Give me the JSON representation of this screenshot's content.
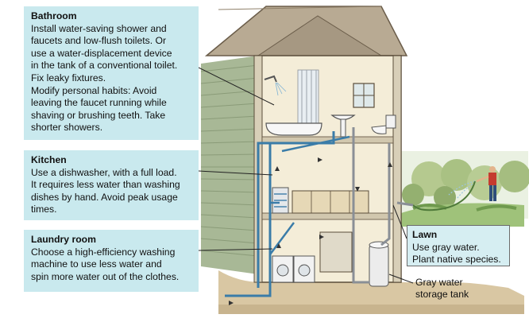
{
  "callouts": {
    "bathroom": {
      "title": "Bathroom",
      "lines": [
        "Install water-saving shower and",
        "faucets and low-flush toilets. Or",
        "use a water-displacement device",
        "in the tank of a conventional toilet.",
        "Fix leaky fixtures.",
        "Modify personal habits: Avoid",
        "leaving the faucet running while",
        "shaving or brushing teeth. Take",
        "shorter showers."
      ]
    },
    "kitchen": {
      "title": "Kitchen",
      "lines": [
        "Use a dishwasher, with a full load.",
        "It requires less water than washing",
        "dishes by hand. Avoid peak usage",
        "times."
      ]
    },
    "laundry": {
      "title": "Laundry room",
      "lines": [
        "Choose a high-efficiency washing",
        "machine to use less water and",
        "spin more water out of the clothes."
      ]
    },
    "lawn": {
      "title": "Lawn",
      "lines": [
        "Use gray water.",
        "Plant native species."
      ]
    }
  },
  "labels": {
    "tank": [
      "Gray water",
      "storage tank"
    ]
  },
  "colors": {
    "callout_bg": "#c9e9ee",
    "pipe": "#3a7ca8",
    "gray_pipe": "#8a8f96",
    "house_wall": "#f3ecd6",
    "siding": "#9fb08e"
  }
}
